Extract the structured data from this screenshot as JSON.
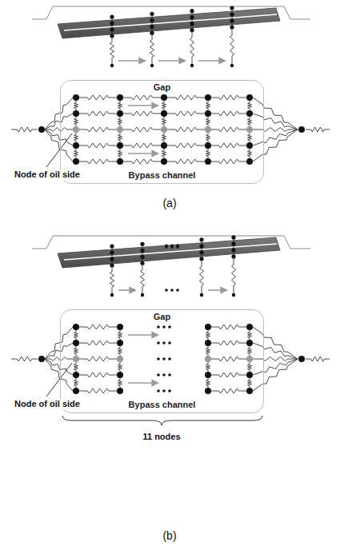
{
  "diagram": {
    "nodes": [
      {
        "text": [
          "Gap",
          "Bypass channel"
        ]
      },
      {
        "text": [
          "Gap",
          "Bypass channel"
        ]
      }
    ],
    "labels": [
      "Node of oil side",
      "(a)",
      "Node of oil side",
      "(b)",
      "11 nodes"
    ]
  }
}
